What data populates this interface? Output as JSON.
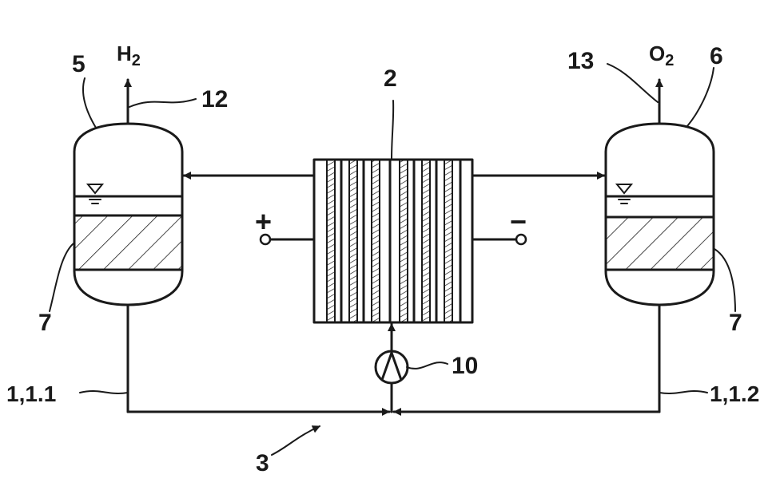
{
  "diagram": {
    "labels": {
      "h2": "H",
      "h2_sub": "2",
      "o2": "O",
      "o2_sub": "2",
      "stack": "2",
      "circuit": "3",
      "separator_h2": "5",
      "separator_o2": "6",
      "filling_left": "7",
      "filling_right": "7",
      "pump": "10",
      "h2_outlet": "12",
      "o2_outlet": "13",
      "line_left": "1,1.1",
      "line_right": "1,1.2",
      "anode_terminal": "+",
      "cathode_terminal": "−"
    }
  }
}
